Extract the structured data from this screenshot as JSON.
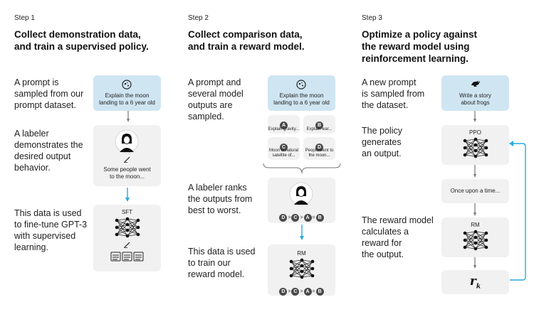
{
  "step1": {
    "label": "Step 1",
    "title_line1": "Collect demonstration data,",
    "title_line2": "and train a supervised policy.",
    "desc1": [
      "A prompt is",
      "sampled from our",
      "prompt dataset."
    ],
    "desc2": [
      "A labeler",
      "demonstrates the",
      "desired output",
      "behavior."
    ],
    "desc3": [
      "This data is used",
      "to fine-tune GPT-3",
      "with supervised",
      "learning."
    ],
    "prompt": [
      "Explain the moon",
      "landing to a 6 year old"
    ],
    "demo": [
      "Some people went",
      "to the moon..."
    ],
    "model": "SFT"
  },
  "step2": {
    "label": "Step 2",
    "title_line1": "Collect comparison data,",
    "title_line2": "and train a reward model.",
    "desc1": [
      "A prompt and",
      "several model",
      "outputs are",
      "sampled."
    ],
    "desc2": [
      "A labeler ranks",
      "the outputs from",
      "best to worst."
    ],
    "desc3": [
      "This data is used",
      "to train our",
      "reward model."
    ],
    "prompt": [
      "Explain the moon",
      "landing to a 6 year old"
    ],
    "outputs": [
      {
        "letter": "A",
        "text": [
          "Explain gravity..."
        ]
      },
      {
        "letter": "B",
        "text": [
          "Explain war..."
        ]
      },
      {
        "letter": "C",
        "text": [
          "Moon is natural",
          "satellite of..."
        ]
      },
      {
        "letter": "D",
        "text": [
          "People went to",
          "the moon..."
        ]
      }
    ],
    "ranking": [
      "D",
      ">",
      "C",
      ">",
      "A",
      "=",
      "B"
    ],
    "model": "RM"
  },
  "step3": {
    "label": "Step 3",
    "title_line1": "Optimize a policy against",
    "title_line2": "the reward model using",
    "title_line3": "reinforcement learning.",
    "desc1": [
      "A new prompt",
      "is sampled from",
      "the dataset."
    ],
    "desc2": [
      "The policy",
      "generates",
      "an output."
    ],
    "desc3": [
      "The reward model",
      "calculates a",
      "reward for",
      "the output."
    ],
    "prompt": [
      "Write a story",
      "about frogs"
    ],
    "policy": "PPO",
    "output": "Once upon a time...",
    "reward_model": "RM",
    "reward_symbol": "r",
    "reward_subscript": "k"
  },
  "colors": {
    "prompt_bg": "#cfe5f2",
    "arrow_blue": "#27a9e1",
    "box_gray": "#f1f1f1"
  }
}
